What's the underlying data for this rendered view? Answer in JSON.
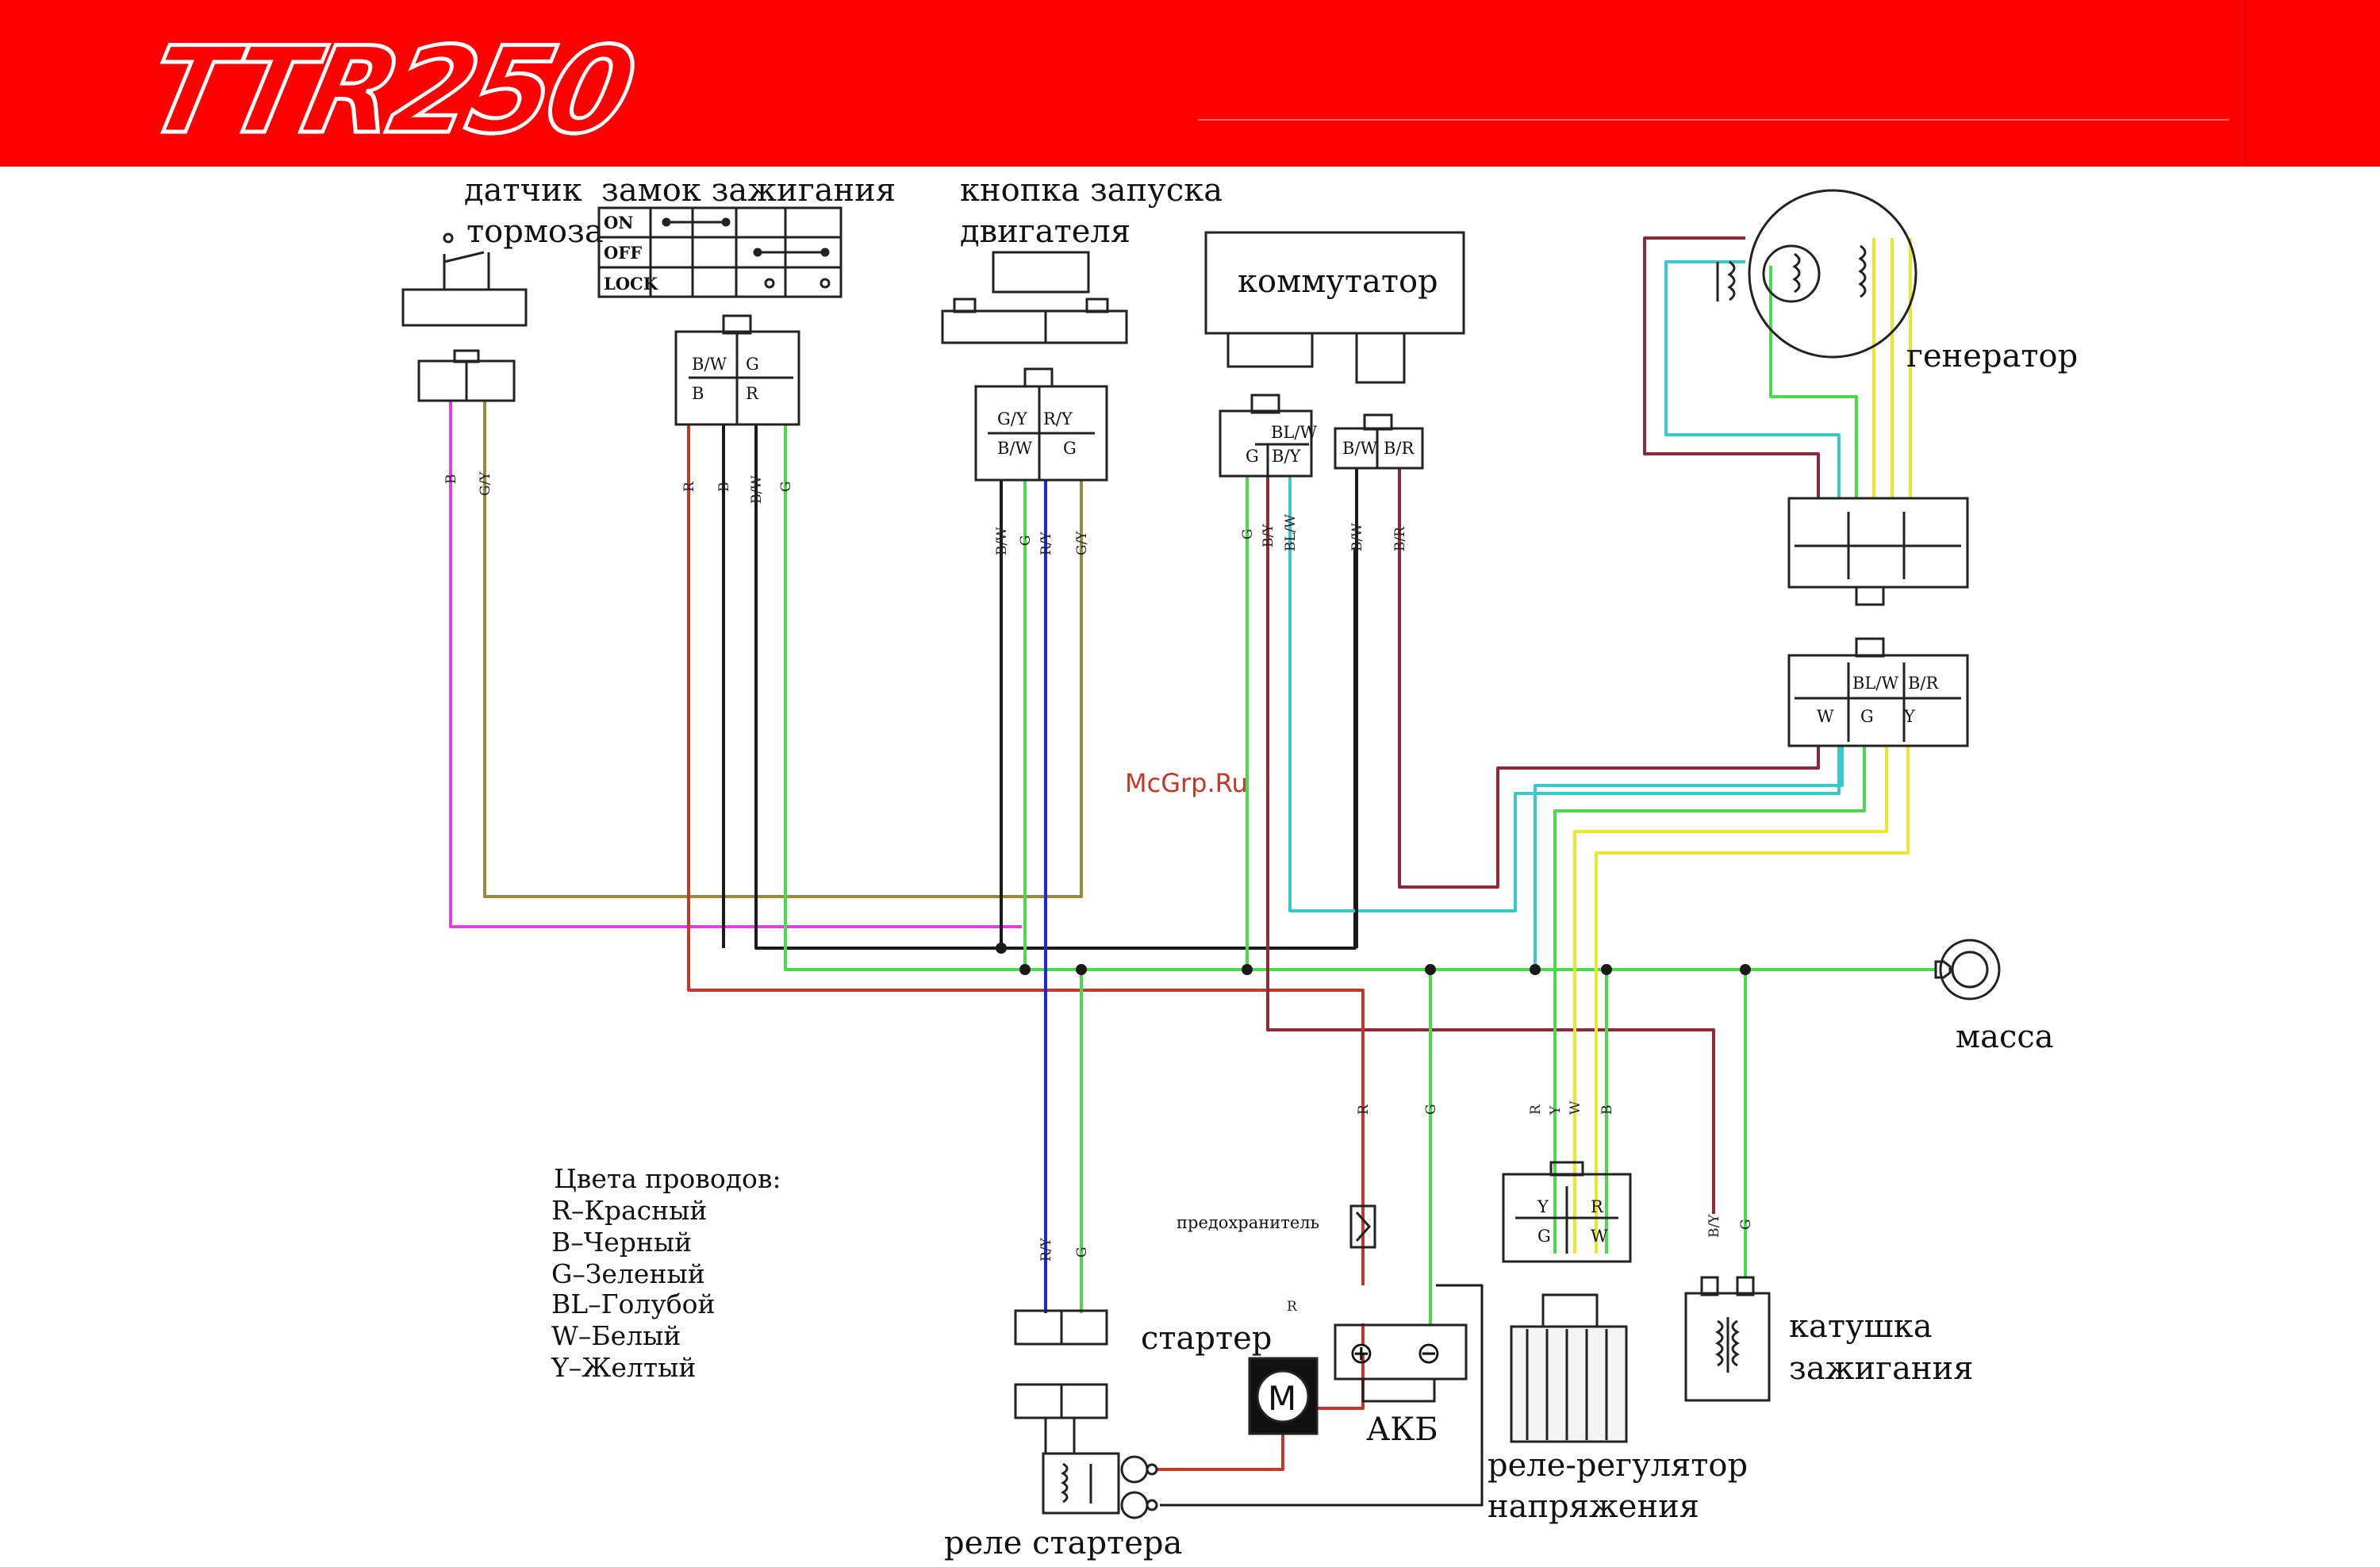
{
  "header": {
    "brand": "TTR250"
  },
  "watermark": "McGrp.Ru",
  "components": {
    "brake_sensor": [
      "датчик",
      "тормоза"
    ],
    "ignition_lock": "замок зажигания",
    "start_button": [
      "кнопка запуска",
      "двигателя"
    ],
    "commutator": "коммутатор",
    "generator": "генератор",
    "ground": "масса",
    "fuse": "предохранитель",
    "starter": "стартер",
    "battery": "АКБ",
    "regulator": [
      "реле-регулятор",
      "напряжения"
    ],
    "ignition_coil": [
      "катушка",
      "зажигания"
    ],
    "starter_relay": "реле стартера"
  },
  "lock_table": {
    "rows": [
      "ON",
      "OFF",
      "LOCK"
    ]
  },
  "connector_labels": {
    "lock": [
      "B/W",
      "G",
      "B",
      "R"
    ],
    "start": [
      "G/Y",
      "R/Y",
      "B/W",
      "G"
    ],
    "comm1": [
      "BL/W",
      "G",
      "B/Y"
    ],
    "comm2": [
      "B/W",
      "B/R"
    ],
    "gen": [
      "BL/W",
      "B/R",
      "W",
      "G",
      "Y"
    ],
    "reg": [
      "Y",
      "R",
      "G",
      "W"
    ]
  },
  "wire_labels": {
    "brake": [
      "B",
      "G/Y"
    ],
    "lock": [
      "R",
      "B",
      "B/W",
      "G"
    ],
    "start": [
      "B/W",
      "G",
      "R/Y",
      "G/Y"
    ],
    "comm1": [
      "G",
      "B/Y",
      "BL/W"
    ],
    "comm2": [
      "B/W",
      "B/R"
    ],
    "fuse_r": "R",
    "bat_g": "G",
    "reg": [
      "R",
      "Y",
      "W",
      "B"
    ],
    "coil": [
      "B/Y",
      "G"
    ],
    "relay": [
      "R/Y",
      "G"
    ],
    "starter_r": "R"
  },
  "terminals": {
    "plus": "⊕",
    "minus": "⊖",
    "motor": "M"
  },
  "legend": {
    "title": "Цвета проводов:",
    "items": [
      "R–Красный",
      "B–Черный",
      "G–Зеленый",
      "BL–Голубой",
      "W–Белый",
      "Y–Желтый"
    ]
  },
  "colors": {
    "header": "#ff0000",
    "red": "#c0392b",
    "black": "#1a1a1a",
    "green": "#4cd94c",
    "blue": "#2525d8",
    "cyan": "#3cc8c8",
    "yellow": "#e8e830",
    "olive": "#9a8a3a",
    "magenta": "#e040e0",
    "maroon": "#8b2a3a"
  }
}
